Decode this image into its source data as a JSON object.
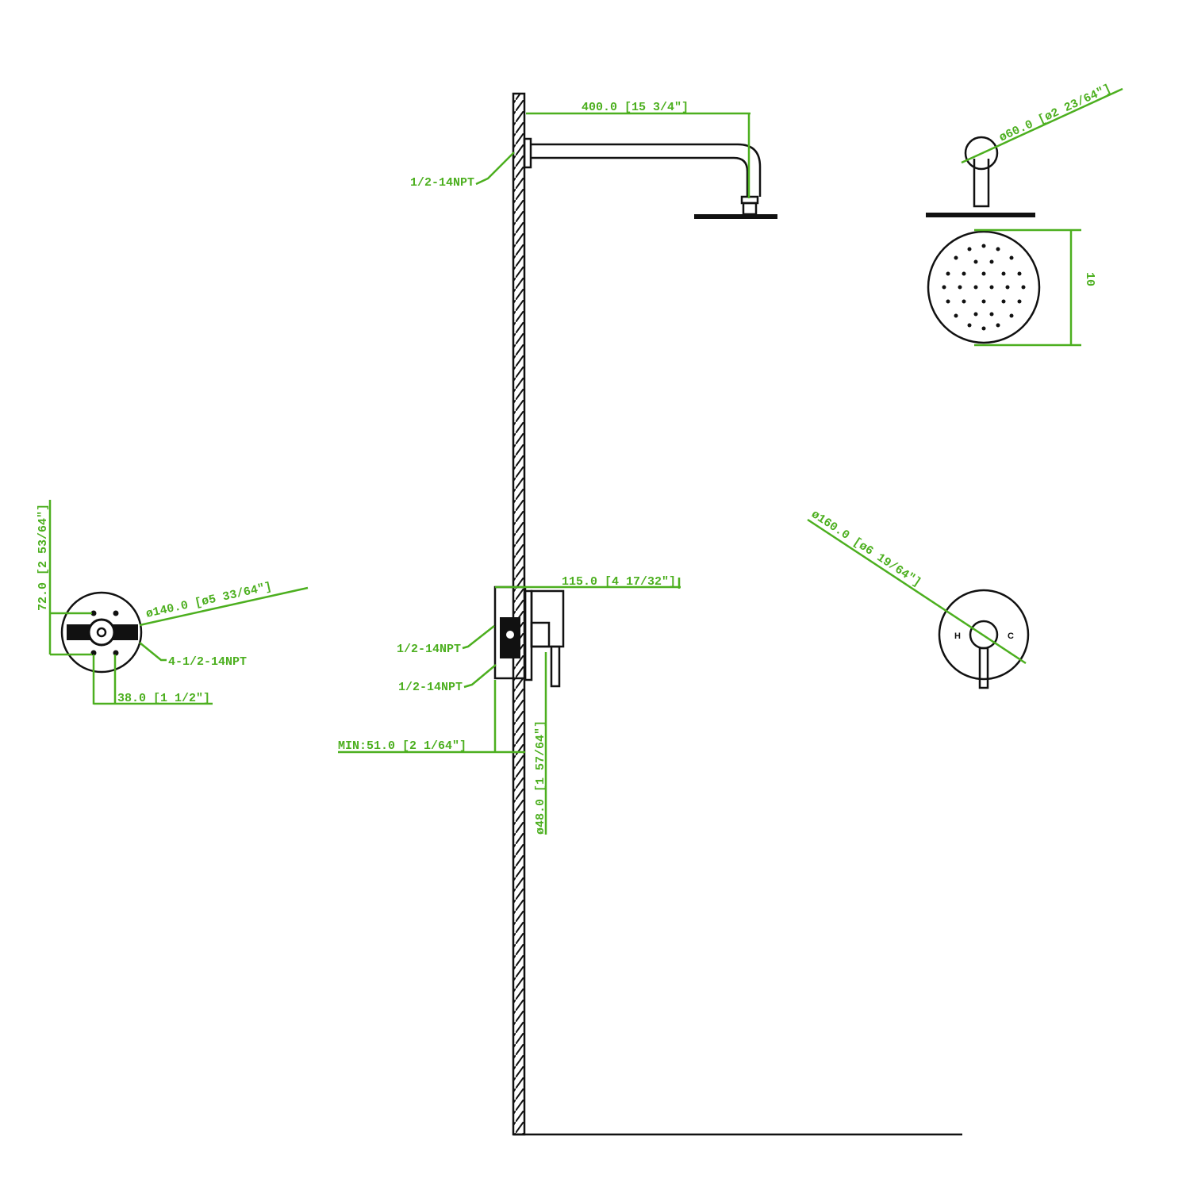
{
  "drawing": {
    "title": "Shower system installation dimension drawing",
    "colors": {
      "dimension": "#4caf1f",
      "line": "#111111",
      "background": "#ffffff"
    },
    "side_view": {
      "arm_length": "400.0 [15 3/4\"]",
      "arm_thread": "1/2-14NPT",
      "valve_depth": "115.0 [4 17/32\"]",
      "valve_inlet_top": "1/2-14NPT",
      "valve_inlet_bottom": "1/2-14NPT",
      "min_depth": "MIN:51.0 [2 1/64\"]",
      "handle_dia": "ø48.0 [1 57/64\"]"
    },
    "showerhead_front": {
      "flange_dia": "ø60.0 [ø2 23/64\"]",
      "head_size": "10"
    },
    "valve_body": {
      "height": "72.0 [2 53/64\"]",
      "plate_dia": "ø140.0 [ø5 33/64\"]",
      "ports": "4-1/2-14NPT",
      "port_spacing": "38.0 [1 1/2\"]"
    },
    "trim_plate": {
      "dia": "ø160.0 [ø6 19/64\"]",
      "hot_label": "H",
      "cold_label": "C"
    }
  }
}
